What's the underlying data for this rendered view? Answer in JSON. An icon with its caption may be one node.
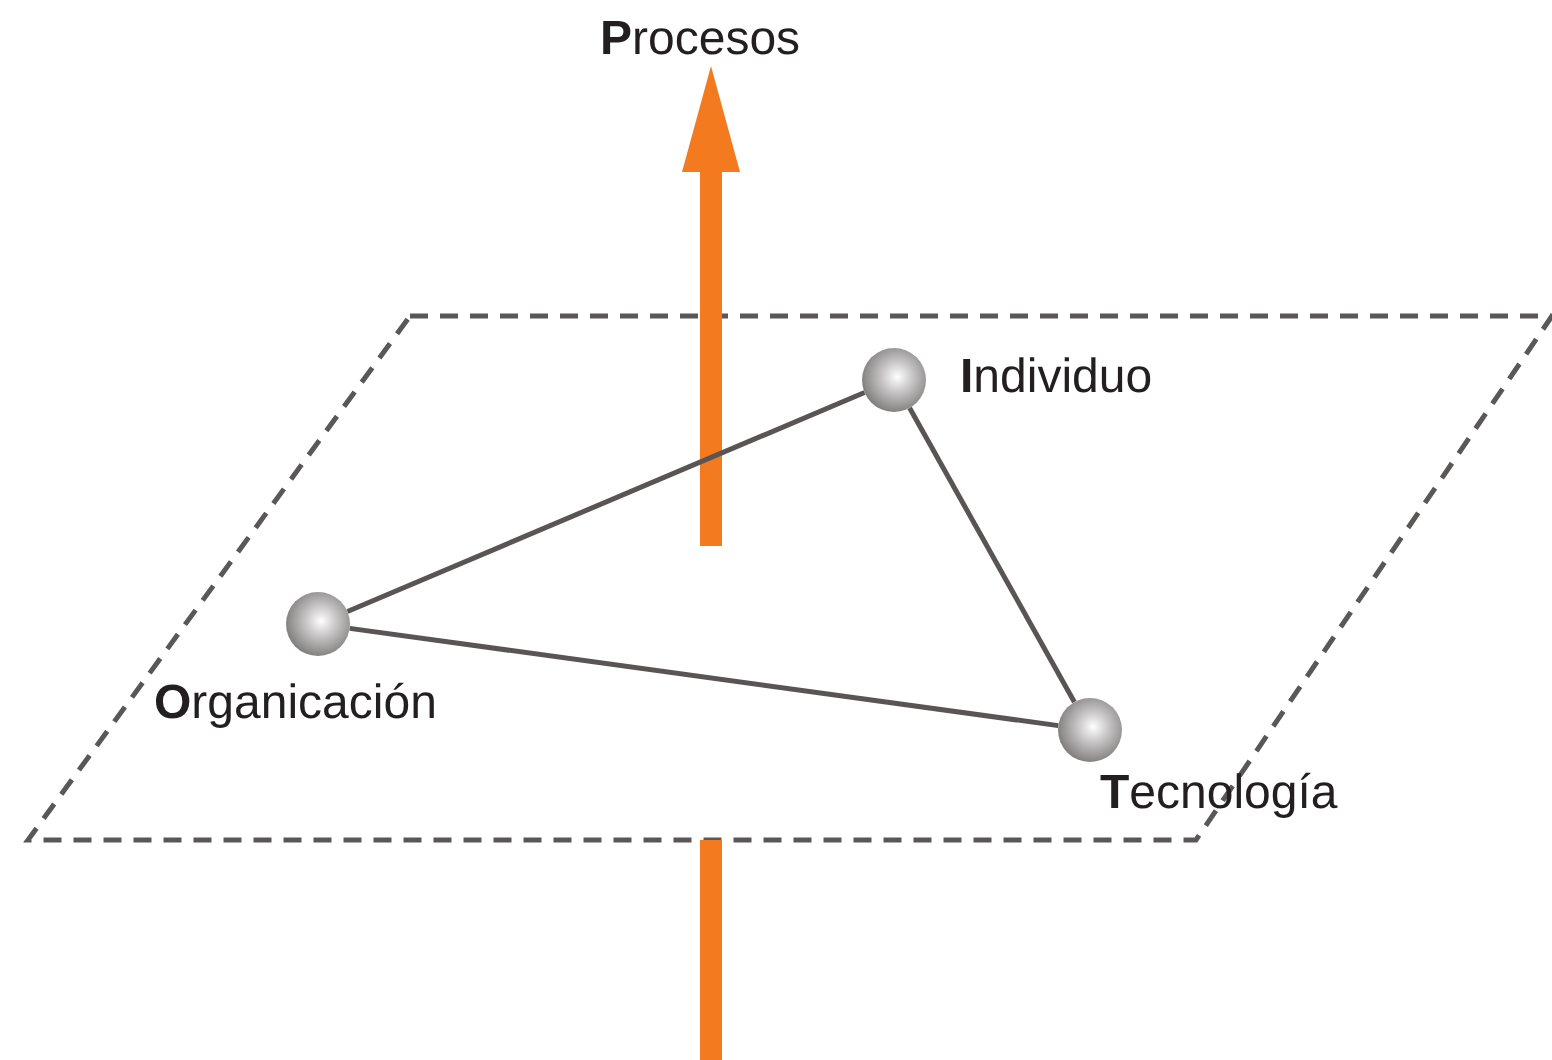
{
  "diagram": {
    "nodes": [
      {
        "text": [],
        "shape": "circle",
        "beside": [
          "**I**ndividuo"
        ]
      },
      {
        "text": [],
        "shape": "circle",
        "beside": [
          "**O**rganicación"
        ]
      },
      {
        "text": [],
        "shape": "circle",
        "beside": [
          "**T**ecnología"
        ]
      }
    ],
    "edges": [
      {
        "from": 1,
        "to": 0,
        "arrow": "none"
      },
      {
        "from": 0,
        "to": 2,
        "arrow": "none"
      },
      {
        "from": 1,
        "to": 2,
        "arrow": "none"
      }
    ],
    "labels": [
      "**P**rocesos"
    ]
  }
}
